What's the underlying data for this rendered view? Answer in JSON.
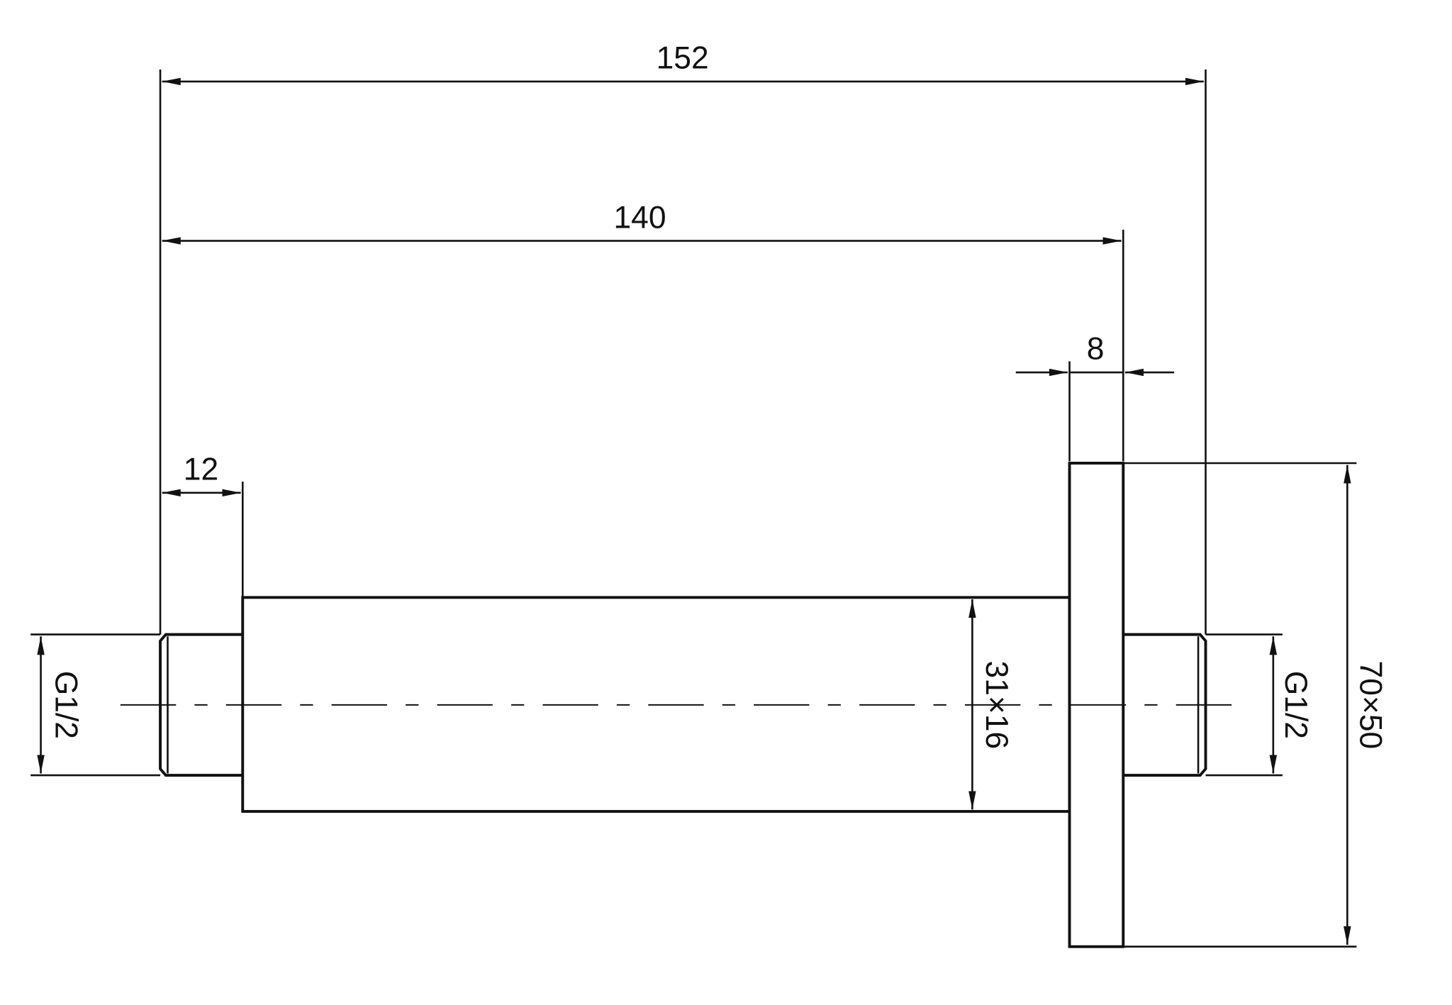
{
  "drawing": {
    "dimensions": {
      "overall_length": "152",
      "body_to_flange_length": "140",
      "flange_thickness": "8",
      "inlet_thread_length": "12",
      "inlet_thread": "G1/2",
      "body_section": "31×16",
      "outlet_thread": "G1/2",
      "flange_size": "70×50"
    },
    "line_color": "#111111",
    "background": "#ffffff"
  }
}
